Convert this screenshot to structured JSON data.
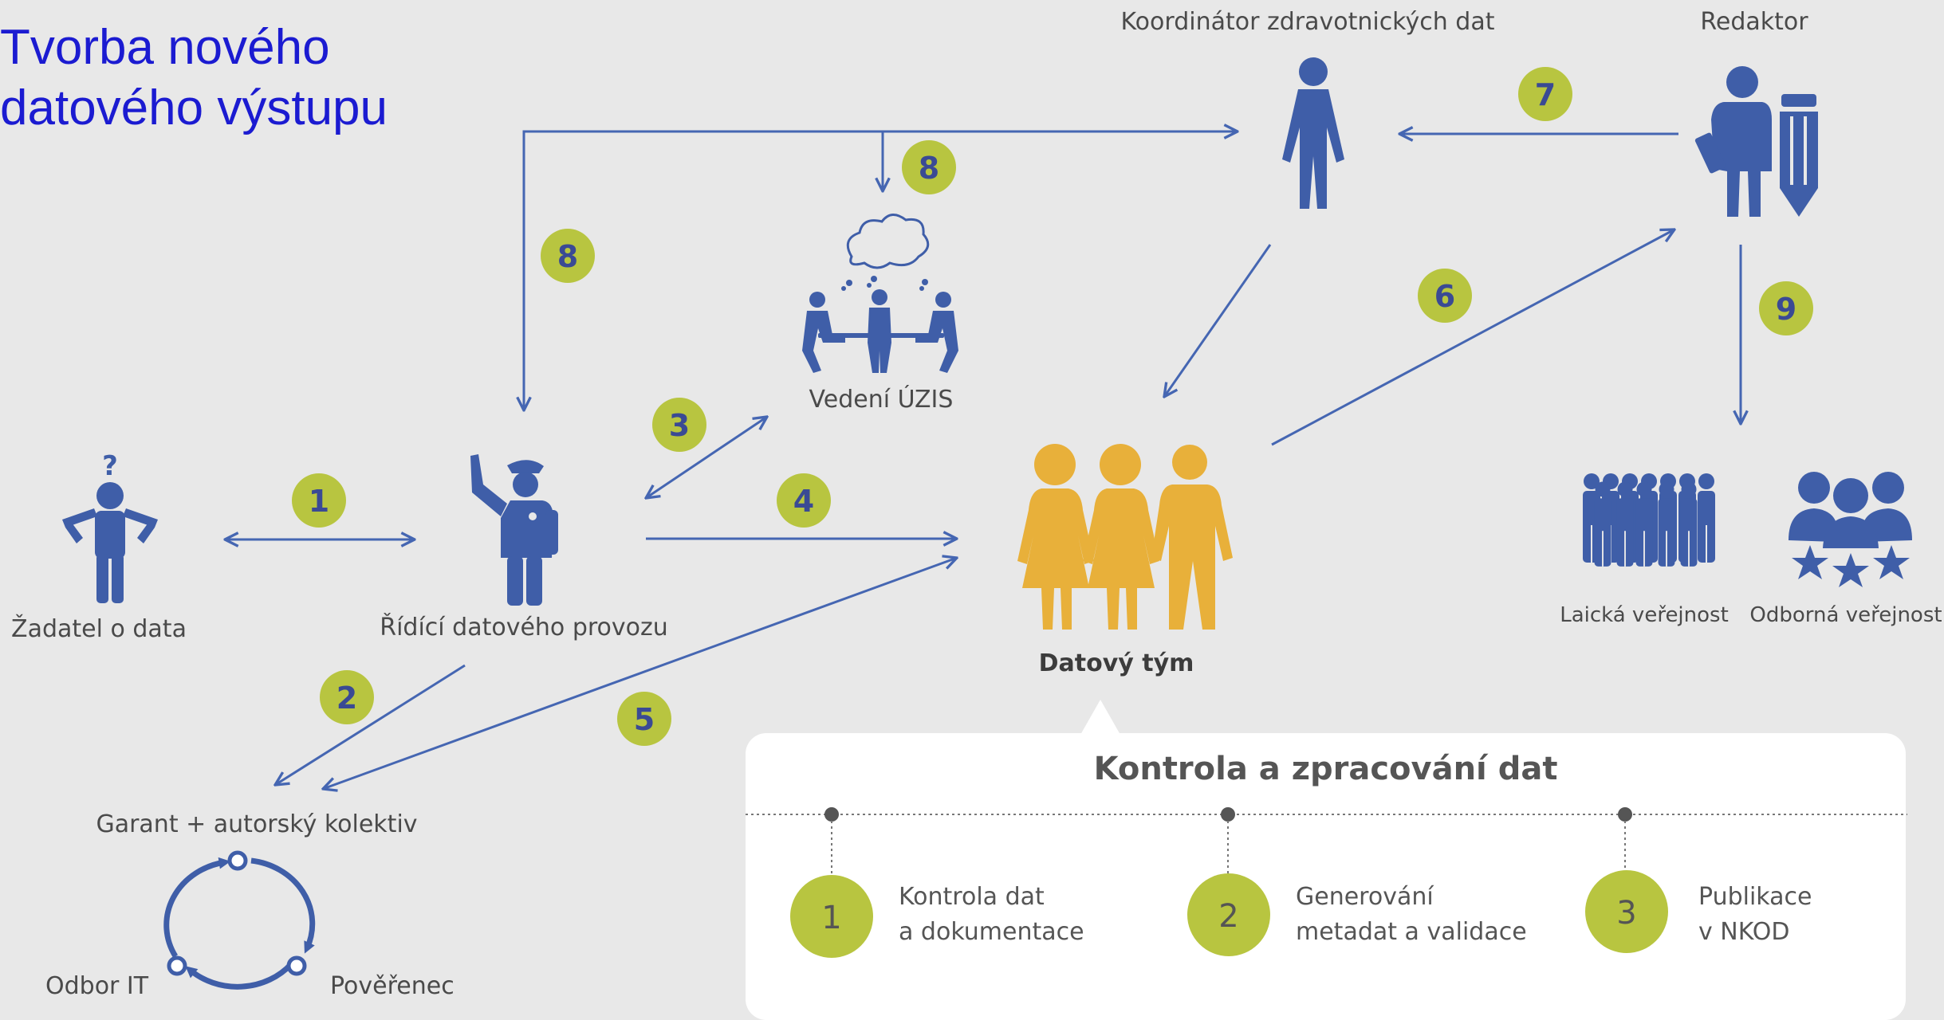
{
  "title": {
    "line1": "Tvorba nového",
    "line2": "datového výstupu"
  },
  "actors": {
    "zadatel": "Žadatel o data",
    "ridici": "Řídící datového provozu",
    "vedeni": "Vedení ÚZIS",
    "koordinator": "Koordinátor zdravotnických dat",
    "redaktor": "Redaktor",
    "datovy_tym": "Datový tým",
    "garant": "Garant + autorský kolektiv",
    "odbor_it": "Odbor IT",
    "poverenec": "Pověřenec",
    "laicka": "Laická veřejnost",
    "odborna": "Odborná veřejnost"
  },
  "steps": [
    "1",
    "2",
    "3",
    "4",
    "5",
    "6",
    "7",
    "8",
    "8",
    "9"
  ],
  "question_mark": "?",
  "panel": {
    "title": "Kontrola a zpracování dat",
    "items": [
      {
        "number": "1",
        "line1": "Kontrola dat",
        "line2": "a dokumentace"
      },
      {
        "number": "2",
        "line1": "Generování",
        "line2": "metadat a validace"
      },
      {
        "number": "3",
        "line1": "Publikace",
        "line2": "v NKOD"
      }
    ]
  },
  "colors": {
    "title": "#1b1bd1",
    "actor_blue": "#3f5ea8",
    "team_orange": "#e8b03a",
    "badge_green": "#b8c540",
    "badge_number": "#3a4a94",
    "arrow": "#4566b2",
    "background": "#e8e8e8",
    "panel": "#ffffff"
  },
  "icons": {
    "zadatel": "person-question-icon",
    "ridici": "police-officer-icon",
    "vedeni": "meeting-table-icon",
    "koordinator": "person-icon",
    "redaktor": "person-pencil-icon",
    "datovy_tym": "three-people-icon",
    "garant_cycle": "cycle-icon",
    "laicka": "crowd-icon",
    "odborna": "experts-stars-icon"
  }
}
